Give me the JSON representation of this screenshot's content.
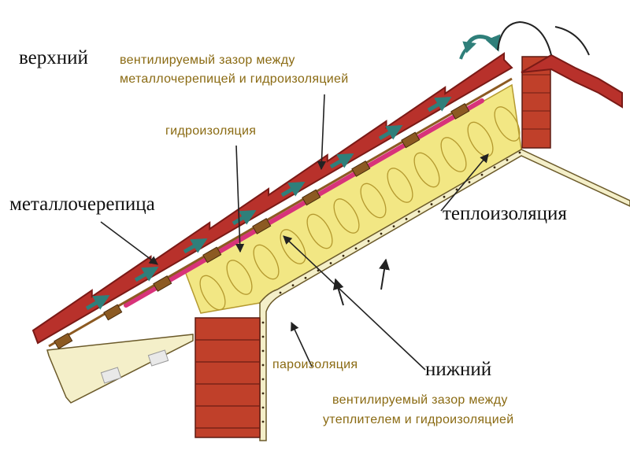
{
  "labels": {
    "upper_title": "верхний",
    "upper_desc_1": "вентилируемый зазор между",
    "upper_desc_2": "металлочерепицей и гидроизоляцией",
    "waterproofing": "гидроизоляция",
    "metal_tile": "металлочерепица",
    "thermal_insulation": "теплоизоляция",
    "vapor_barrier": "пароизоляция",
    "lower_title": "нижний",
    "lower_desc_1": "вентилируемый зазор между",
    "lower_desc_2": "утеплителем и гидроизоляцией"
  },
  "colors": {
    "tile_red": "#b8312b",
    "tile_dark": "#7a1a16",
    "membrane_magenta": "#d8337a",
    "insulation_yellow": "#f2e784",
    "insulation_line": "#b59a30",
    "batten_brown": "#8c5a22",
    "brick": "#c0402a",
    "air_arrow": "#2f7f7a",
    "pointer": "#222222",
    "sans_text": "#8a6a12"
  },
  "icons": [
    "vent-arrow-icon",
    "pointer-arrow-icon",
    "ridge-vent-icon"
  ]
}
